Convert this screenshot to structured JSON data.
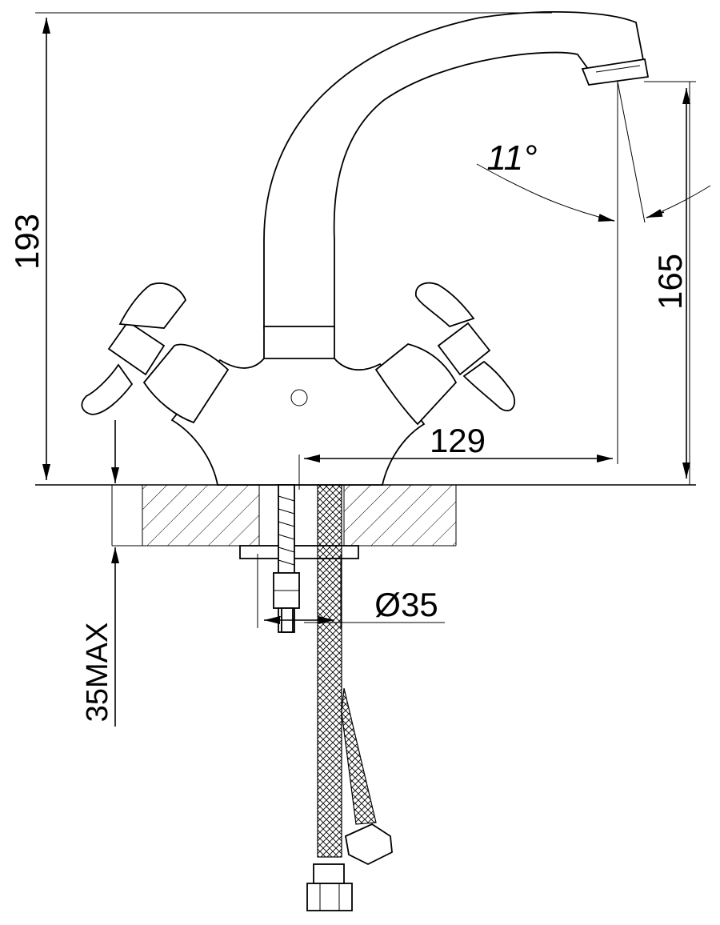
{
  "drawing": {
    "colors": {
      "line": "#000000",
      "background": "#ffffff"
    },
    "dimensions": {
      "total_height": "193",
      "spout_height": "165",
      "spout_reach": "129",
      "spout_angle": "11°",
      "hole_diameter": "Ø35",
      "max_counter_thickness": "35MAX"
    }
  }
}
